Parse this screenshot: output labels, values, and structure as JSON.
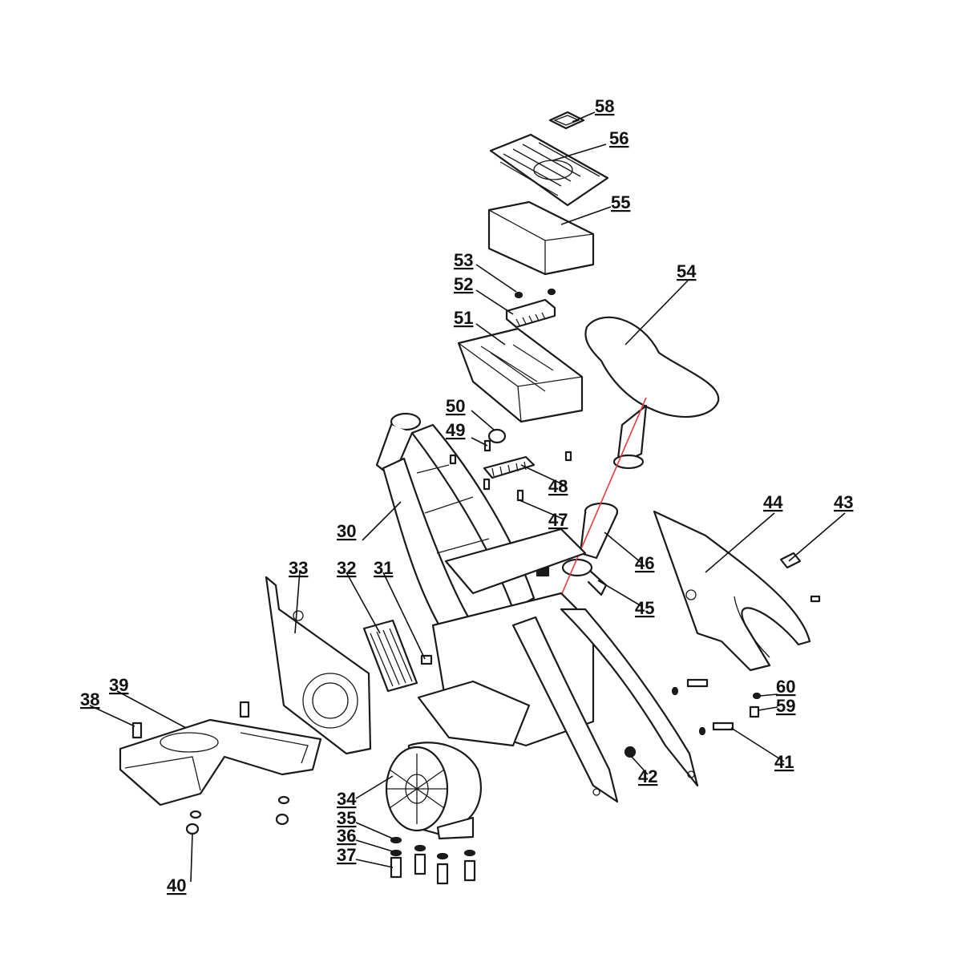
{
  "callouts": {
    "c30": "30",
    "c31": "31",
    "c32": "32",
    "c33": "33",
    "c34": "34",
    "c35": "35",
    "c36": "36",
    "c37": "37",
    "c38": "38",
    "c39": "39",
    "c40": "40",
    "c41": "41",
    "c42": "42",
    "c43": "43",
    "c44": "44",
    "c45": "45",
    "c46": "46",
    "c47": "47",
    "c48": "48",
    "c49": "49",
    "c50": "50",
    "c51": "51",
    "c52": "52",
    "c53": "53",
    "c54": "54",
    "c55": "55",
    "c56": "56",
    "c58": "58",
    "c59": "59",
    "c60": "60"
  },
  "colors": {
    "line": "#1a1a1a",
    "axis": "#e83a3a",
    "background": "#ffffff"
  }
}
